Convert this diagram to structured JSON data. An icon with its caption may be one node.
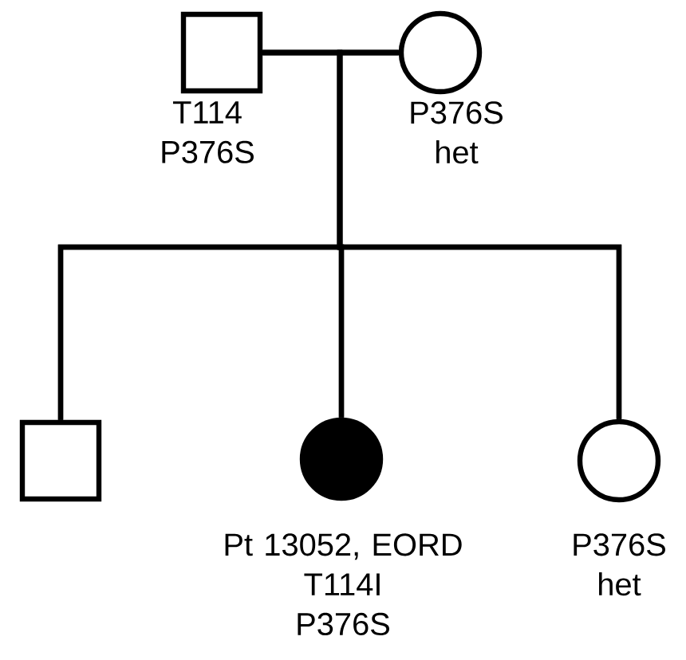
{
  "diagram": {
    "nodes": [
      {
        "text": [],
        "shape": "box",
        "beside": [
          "T114 P376S"
        ]
      },
      {
        "text": [],
        "shape": "circle",
        "beside": [
          "P376S het"
        ]
      },
      {
        "text": [],
        "shape": "box"
      },
      {
        "text": [],
        "shape": "disc",
        "beside": [
          "Pt 13052, EORD",
          "T114I",
          "P376S"
        ]
      },
      {
        "text": [],
        "shape": "circle",
        "beside": [
          "P376S het"
        ]
      }
    ],
    "edges": [
      {
        "from": 0,
        "to": 1,
        "arrow": "none"
      },
      {
        "from": 0,
        "to": 2,
        "arrow": "none"
      },
      {
        "from": 0,
        "to": 3,
        "arrow": "none"
      },
      {
        "from": 0,
        "to": 4,
        "arrow": "none"
      },
      {
        "from": 1,
        "to": 2,
        "arrow": "none"
      },
      {
        "from": 1,
        "to": 3,
        "arrow": "none"
      },
      {
        "from": 1,
        "to": 4,
        "arrow": "none"
      }
    ]
  }
}
